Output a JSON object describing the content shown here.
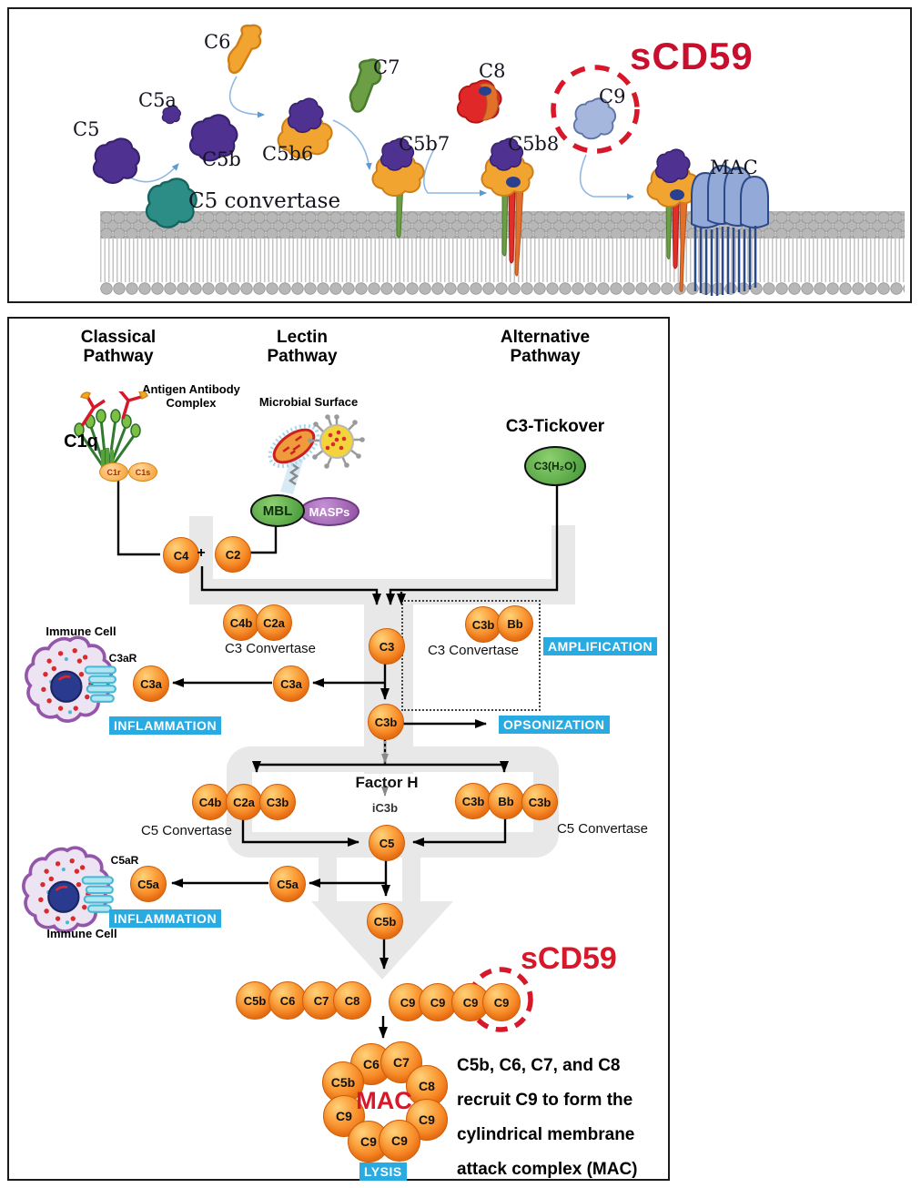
{
  "colors": {
    "accent_red": "#d7182a",
    "badge_blue": "#29abe2",
    "node_orange": "#f47f1f",
    "pipe_gray": "#e8e8e8"
  },
  "top": {
    "scd59": "sCD59",
    "labels": {
      "c5": "C5",
      "c5a": "C5a",
      "c5b": "C5b",
      "c6": "C6",
      "c7": "C7",
      "c8": "C8",
      "c9": "C9",
      "c5b6": "C5b6",
      "c5b7": "C5b7",
      "c5b8": "C5b8",
      "mac": "MAC",
      "c5_convertase": "C5 convertase"
    }
  },
  "bottom": {
    "headers": {
      "classical": "Classical Pathway",
      "lectin": "Lectin Pathway",
      "alternative": "Alternative Pathway"
    },
    "annotations": {
      "antigen": "Antigen Antibody Complex",
      "microbial": "Microbial Surface",
      "tickover": "C3-Tickover",
      "c3_convertase": "C3 Convertase",
      "c5_convertase": "C5 Convertase",
      "factor_h": "Factor H",
      "ic3b": "iC3b",
      "immune_cell": "Immune Cell",
      "c3ar": "C3aR",
      "c5ar": "C5aR",
      "mac": "MAC",
      "scd59": "sCD59",
      "note": "C5b, C6, C7, and C8 recruit C9 to form the cylindrical membrane attack complex (MAC)"
    },
    "badges": {
      "inflammation": "INFLAMMATION",
      "opsonization": "OPSONIZATION",
      "amplification": "AMPLIFICATION",
      "lysis": "LYSIS"
    },
    "nodes": {
      "c4": "C4",
      "plus": "+",
      "c2": "C2",
      "c4b": "C4b",
      "c2a": "C2a",
      "c3": "C3",
      "c3b": "C3b",
      "bb": "Bb",
      "c3a": "C3a",
      "c5": "C5",
      "c5a": "C5a",
      "c5b": "C5b",
      "c6": "C6",
      "c7": "C7",
      "c8": "C8",
      "c9": "C9",
      "mbl": "MBL",
      "masps": "MASPs",
      "c3h2o": "C3(H₂O)",
      "c1q": "C1q",
      "c1r": "C1r",
      "c1s": "C1s"
    }
  }
}
